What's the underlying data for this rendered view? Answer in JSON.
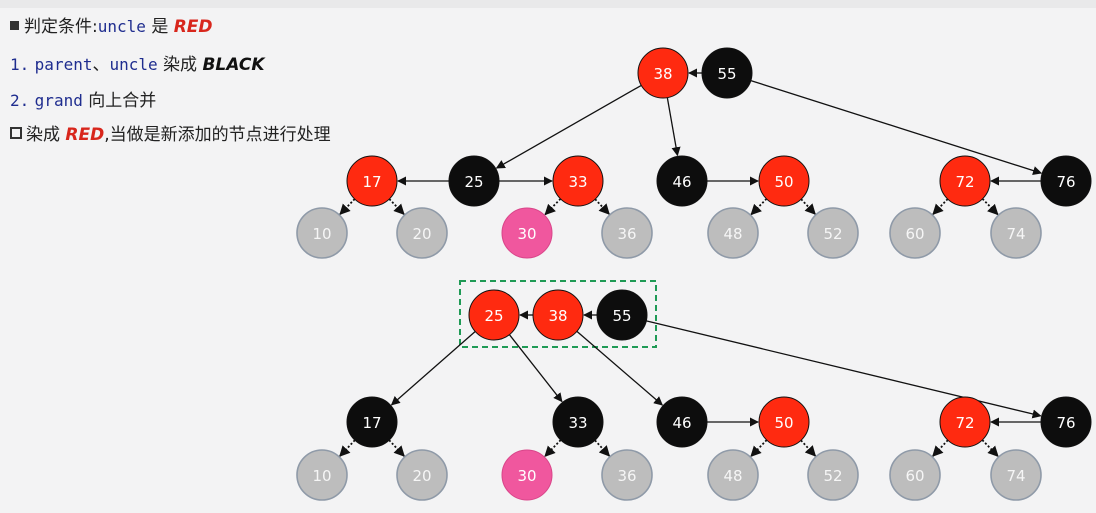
{
  "notes": {
    "line1": {
      "prefix": "判定条件:",
      "code": "uncle",
      "mid": "是",
      "kw": "RED"
    },
    "line2": {
      "num": "1.",
      "code_a": "parent",
      "sep": "、",
      "code_b": "uncle",
      "mid": "染成",
      "kw": "BLACK"
    },
    "line3": {
      "num": "2.",
      "code": "grand",
      "text": "向上合并"
    },
    "line4": {
      "prefix": "染成",
      "kw": "RED",
      "text": ",当做是新添加的节点进行处理"
    }
  },
  "colors": {
    "red": "#ff2a10",
    "black": "#0d0d0d",
    "gray": "#bdbdbd",
    "pink": "#f0579e",
    "highlight_box": "#1f9a55"
  },
  "tree_before": {
    "nodes": [
      {
        "id": "b38",
        "label": "38",
        "color": "red"
      },
      {
        "id": "b55",
        "label": "55",
        "color": "black"
      },
      {
        "id": "b17",
        "label": "17",
        "color": "red"
      },
      {
        "id": "b25",
        "label": "25",
        "color": "black"
      },
      {
        "id": "b33",
        "label": "33",
        "color": "red"
      },
      {
        "id": "b46",
        "label": "46",
        "color": "black"
      },
      {
        "id": "b50",
        "label": "50",
        "color": "red"
      },
      {
        "id": "b72",
        "label": "72",
        "color": "red"
      },
      {
        "id": "b76",
        "label": "76",
        "color": "black"
      },
      {
        "id": "b10",
        "label": "10",
        "color": "gray"
      },
      {
        "id": "b20",
        "label": "20",
        "color": "gray"
      },
      {
        "id": "b30",
        "label": "30",
        "color": "pink"
      },
      {
        "id": "b36",
        "label": "36",
        "color": "gray"
      },
      {
        "id": "b48",
        "label": "48",
        "color": "gray"
      },
      {
        "id": "b52",
        "label": "52",
        "color": "gray"
      },
      {
        "id": "b60",
        "label": "60",
        "color": "gray"
      },
      {
        "id": "b74",
        "label": "74",
        "color": "gray"
      }
    ],
    "edges": [
      {
        "from": "b55",
        "to": "b38",
        "style": "solid"
      },
      {
        "from": "b38",
        "to": "b25",
        "style": "solid"
      },
      {
        "from": "b38",
        "to": "b46",
        "style": "solid"
      },
      {
        "from": "b55",
        "to": "b76",
        "style": "solid"
      },
      {
        "from": "b25",
        "to": "b17",
        "style": "solid"
      },
      {
        "from": "b25",
        "to": "b33",
        "style": "solid"
      },
      {
        "from": "b46",
        "to": "b50",
        "style": "solid"
      },
      {
        "from": "b76",
        "to": "b72",
        "style": "solid"
      },
      {
        "from": "b17",
        "to": "b10",
        "style": "dotted"
      },
      {
        "from": "b17",
        "to": "b20",
        "style": "dotted"
      },
      {
        "from": "b33",
        "to": "b30",
        "style": "dotted"
      },
      {
        "from": "b33",
        "to": "b36",
        "style": "dotted"
      },
      {
        "from": "b50",
        "to": "b48",
        "style": "dotted"
      },
      {
        "from": "b50",
        "to": "b52",
        "style": "dotted"
      },
      {
        "from": "b72",
        "to": "b60",
        "style": "dotted"
      },
      {
        "from": "b72",
        "to": "b74",
        "style": "dotted"
      }
    ]
  },
  "tree_after": {
    "nodes": [
      {
        "id": "a25",
        "label": "25",
        "color": "red"
      },
      {
        "id": "a38",
        "label": "38",
        "color": "red"
      },
      {
        "id": "a55",
        "label": "55",
        "color": "black"
      },
      {
        "id": "a17",
        "label": "17",
        "color": "black"
      },
      {
        "id": "a33",
        "label": "33",
        "color": "black"
      },
      {
        "id": "a46",
        "label": "46",
        "color": "black"
      },
      {
        "id": "a50",
        "label": "50",
        "color": "red"
      },
      {
        "id": "a72",
        "label": "72",
        "color": "red"
      },
      {
        "id": "a76",
        "label": "76",
        "color": "black"
      },
      {
        "id": "a10",
        "label": "10",
        "color": "gray"
      },
      {
        "id": "a20",
        "label": "20",
        "color": "gray"
      },
      {
        "id": "a30",
        "label": "30",
        "color": "pink"
      },
      {
        "id": "a36",
        "label": "36",
        "color": "gray"
      },
      {
        "id": "a48",
        "label": "48",
        "color": "gray"
      },
      {
        "id": "a52",
        "label": "52",
        "color": "gray"
      },
      {
        "id": "a60",
        "label": "60",
        "color": "gray"
      },
      {
        "id": "a74",
        "label": "74",
        "color": "gray"
      }
    ],
    "edges": [
      {
        "from": "a38",
        "to": "a25",
        "style": "solid"
      },
      {
        "from": "a55",
        "to": "a38",
        "style": "solid"
      },
      {
        "from": "a25",
        "to": "a17",
        "style": "solid"
      },
      {
        "from": "a25",
        "to": "a33",
        "style": "solid"
      },
      {
        "from": "a38",
        "to": "a46",
        "style": "solid"
      },
      {
        "from": "a55",
        "to": "a76",
        "style": "solid"
      },
      {
        "from": "a46",
        "to": "a50",
        "style": "solid"
      },
      {
        "from": "a76",
        "to": "a72",
        "style": "solid"
      },
      {
        "from": "a17",
        "to": "a10",
        "style": "dotted"
      },
      {
        "from": "a17",
        "to": "a20",
        "style": "dotted"
      },
      {
        "from": "a33",
        "to": "a30",
        "style": "dotted"
      },
      {
        "from": "a33",
        "to": "a36",
        "style": "dotted"
      },
      {
        "from": "a50",
        "to": "a48",
        "style": "dotted"
      },
      {
        "from": "a50",
        "to": "a52",
        "style": "dotted"
      },
      {
        "from": "a72",
        "to": "a60",
        "style": "dotted"
      },
      {
        "from": "a72",
        "to": "a74",
        "style": "dotted"
      }
    ],
    "highlight_group": [
      "a25",
      "a38",
      "a55"
    ]
  }
}
